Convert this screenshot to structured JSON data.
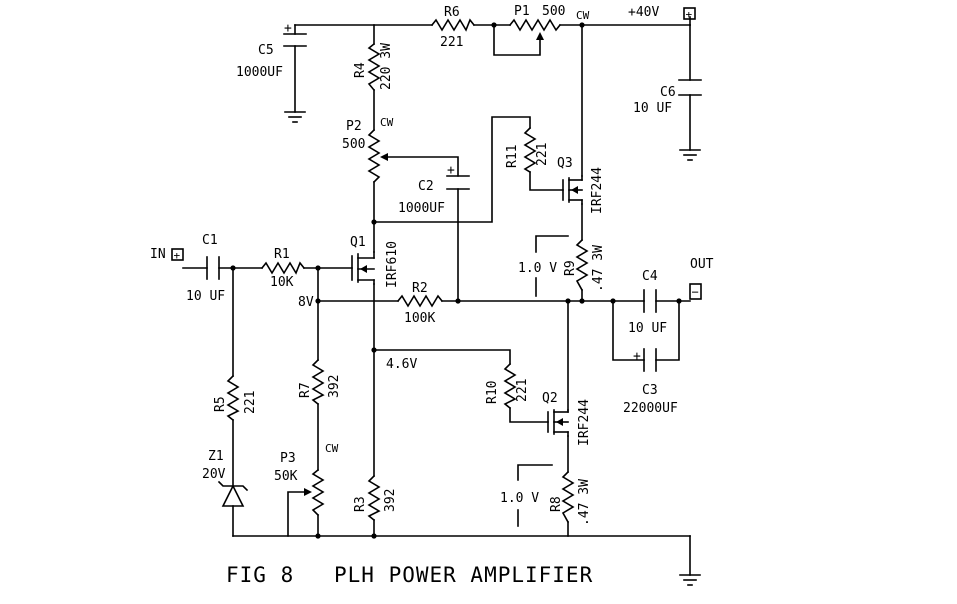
{
  "title": {
    "fig": "FIG 8",
    "name": "PLH POWER AMPLIFIER"
  },
  "ports": {
    "in": "IN",
    "out": "OUT",
    "supply": "+40V",
    "plus_sign": "+",
    "minus_sign": "−"
  },
  "components": {
    "C1": {
      "ref": "C1",
      "value": "10 UF"
    },
    "C2": {
      "ref": "C2",
      "value": "1000UF"
    },
    "C3": {
      "ref": "C3",
      "value": "22000UF"
    },
    "C4": {
      "ref": "C4",
      "value": "10 UF"
    },
    "C5": {
      "ref": "C5",
      "value": "1000UF"
    },
    "C6": {
      "ref": "C6",
      "value": "10 UF"
    },
    "R1": {
      "ref": "R1",
      "value": "10K"
    },
    "R2": {
      "ref": "R2",
      "value": "100K"
    },
    "R3": {
      "ref": "R3",
      "value": "392"
    },
    "R4": {
      "ref": "R4",
      "value": "220 3W"
    },
    "R5": {
      "ref": "R5",
      "value": "221"
    },
    "R6": {
      "ref": "R6",
      "value": "221"
    },
    "R7": {
      "ref": "R7",
      "value": "392"
    },
    "R8": {
      "ref": "R8",
      "value": ".47 3W"
    },
    "R9": {
      "ref": "R9",
      "value": ".47 3W"
    },
    "R10": {
      "ref": "R10",
      "value": "221"
    },
    "R11": {
      "ref": "R11",
      "value": "221"
    },
    "P1": {
      "ref": "P1",
      "value": "500",
      "cw": "CW"
    },
    "P2": {
      "ref": "P2",
      "value": "500",
      "cw": "CW"
    },
    "P3": {
      "ref": "P3",
      "value": "50K",
      "cw": "CW"
    },
    "Q1": {
      "ref": "Q1",
      "part": "IRF610"
    },
    "Q2": {
      "ref": "Q2",
      "part": "IRF244"
    },
    "Q3": {
      "ref": "Q3",
      "part": "IRF244"
    },
    "Z1": {
      "ref": "Z1",
      "value": "20V"
    }
  },
  "voltages": {
    "node_8v": "8V",
    "node_4_6v": "4.6V",
    "r9_drop": "1.0 V",
    "r8_drop": "1.0 V"
  }
}
